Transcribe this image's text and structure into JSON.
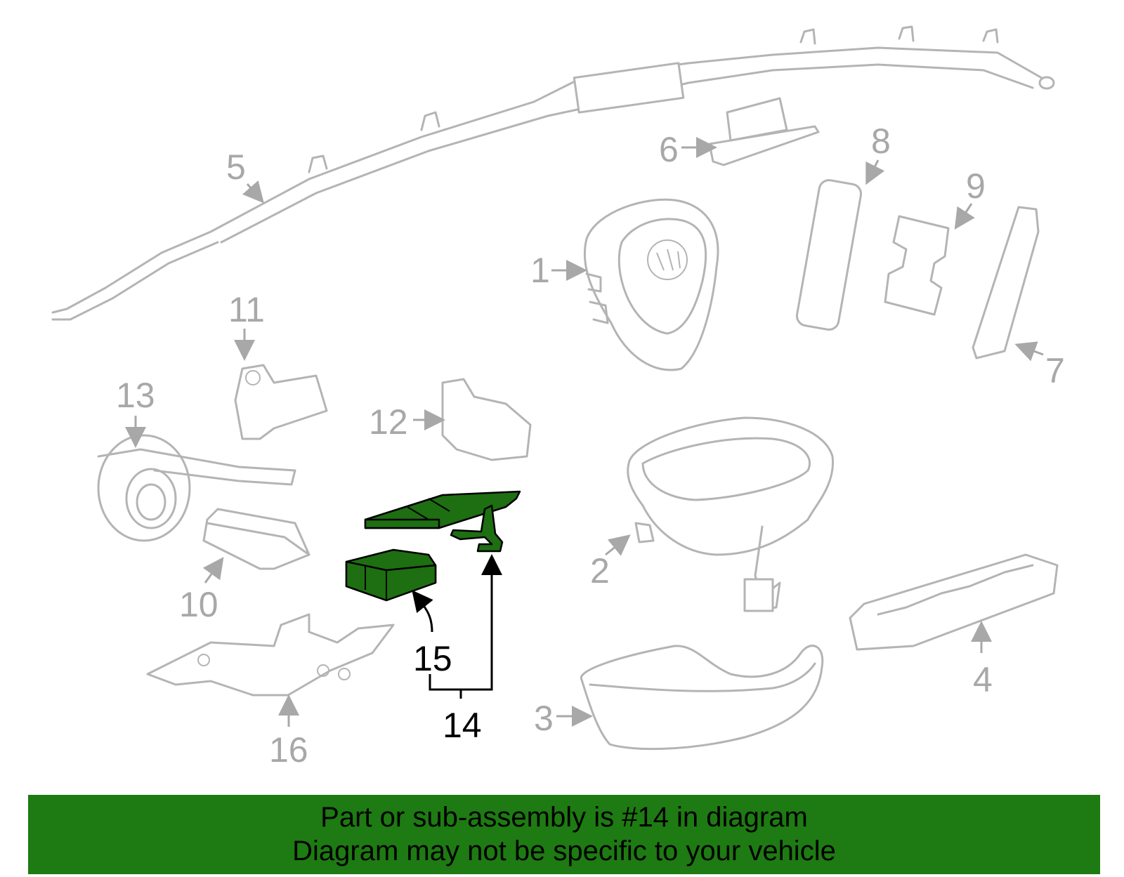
{
  "callouts": {
    "c1": "1",
    "c2": "2",
    "c3": "3",
    "c4": "4",
    "c5": "5",
    "c6": "6",
    "c7": "7",
    "c8": "8",
    "c9": "9",
    "c10": "10",
    "c11": "11",
    "c12": "12",
    "c13": "13",
    "c14": "14",
    "c15": "15",
    "c16": "16"
  },
  "banner": {
    "line1": "Part or sub-assembly is #14 in diagram",
    "line2": "Diagram may not be specific to your vehicle"
  },
  "colors": {
    "highlight": "#1e6e12",
    "banner": "#1e7a12",
    "part_outline": "#b4b4b4"
  }
}
